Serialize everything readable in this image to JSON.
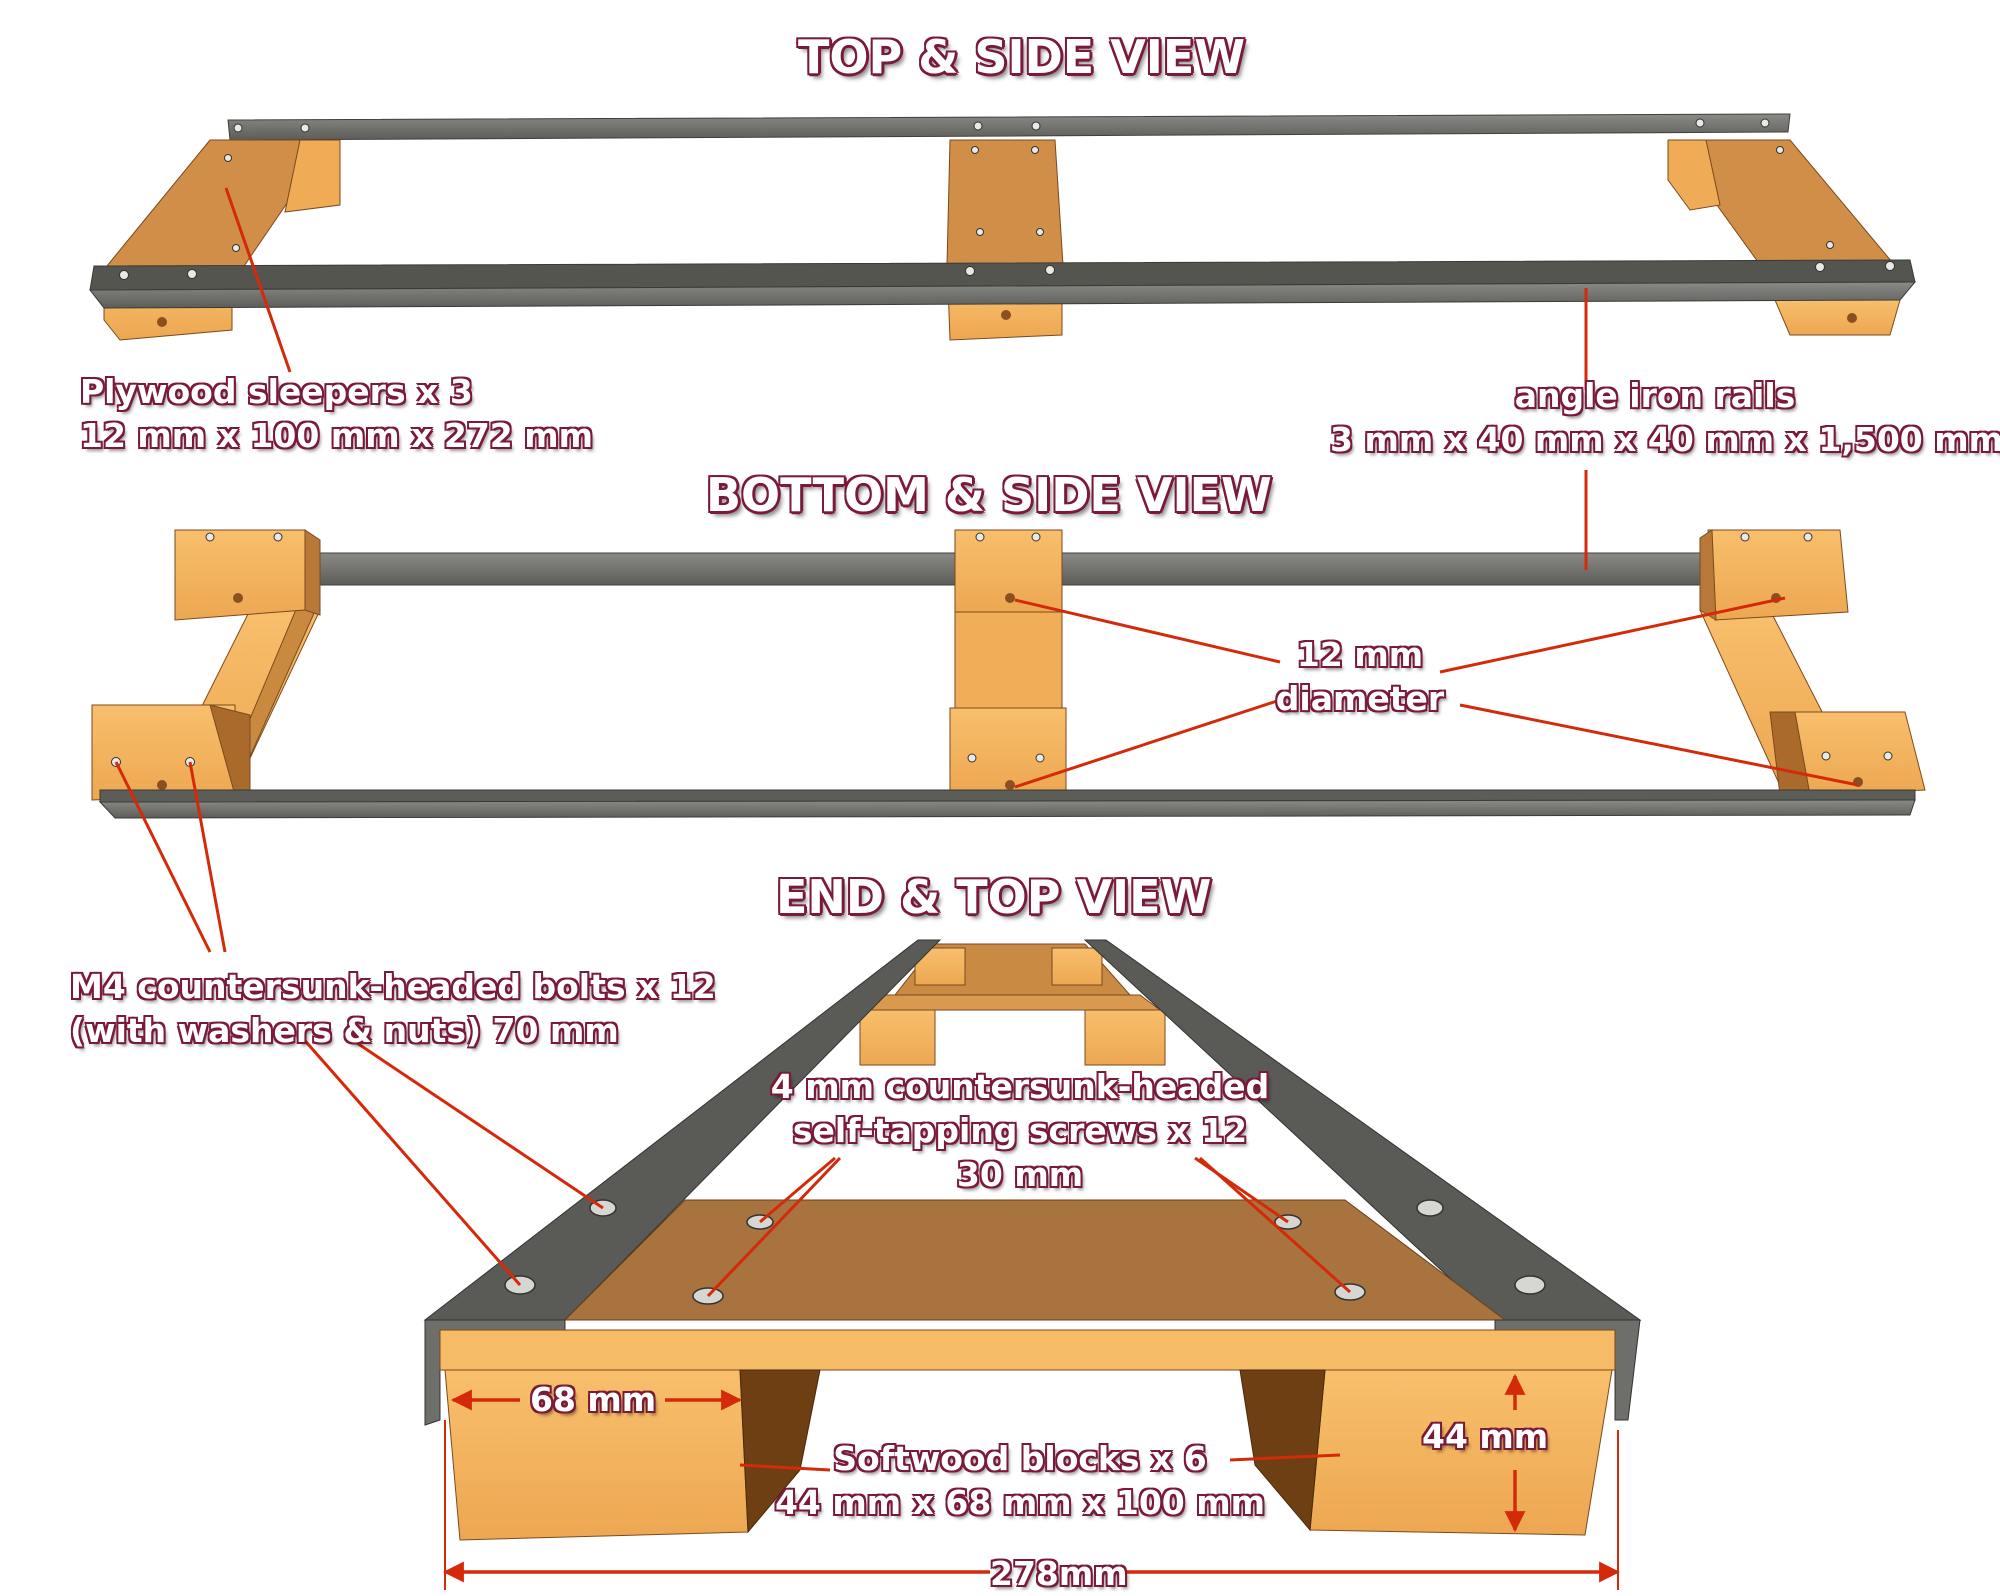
{
  "headings": {
    "top_side": "TOP & SIDE VIEW",
    "bottom_side": "BOTTOM & SIDE VIEW",
    "end_top": "END & TOP VIEW"
  },
  "labels": {
    "plywood_line1": "Plywood sleepers x 3",
    "plywood_line2": "12 mm x 100 mm x 272 mm",
    "rails_line1": "angle iron rails",
    "rails_line2": "3 mm x 40 mm x 40 mm x 1,500 mm",
    "diameter_line1": "12 mm",
    "diameter_line2": "diameter",
    "bolts_line1": "M4 countersunk-headed bolts x 12",
    "bolts_line2": "(with washers & nuts)  70 mm",
    "screws_line1": "4 mm countersunk-headed",
    "screws_line2": "self-tapping screws  x 12",
    "screws_line3": "30 mm",
    "block_width": "68 mm",
    "block_height": "44 mm",
    "softwood_line1": "Softwood blocks x 6",
    "softwood_line2": "44 mm x 68 mm x 100 mm",
    "total_width": "278mm"
  },
  "colors": {
    "wood_light": "#f5b55f",
    "wood_top": "#d18e48",
    "wood_shadow": "#a9682c",
    "steel": "#6a6a66",
    "steel_dark": "#4a4a47",
    "leader": "#d42a0a"
  }
}
